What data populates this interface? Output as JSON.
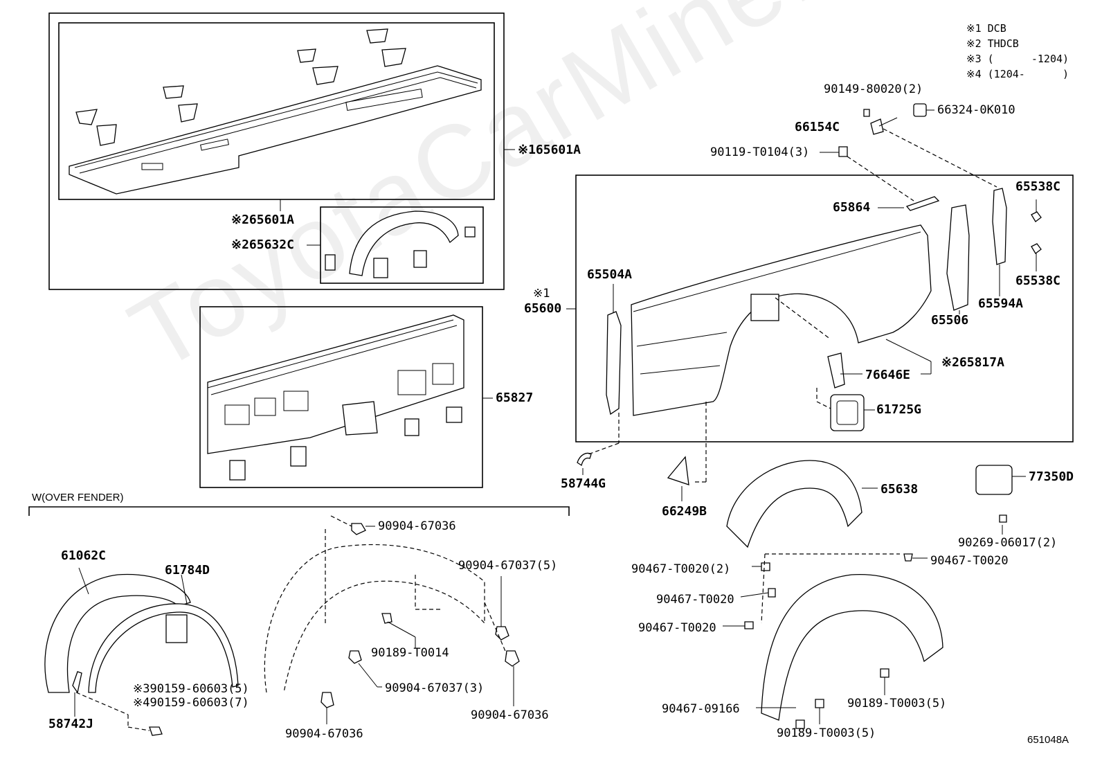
{
  "legend": [
    {
      "mark": "※1",
      "text": "DCB"
    },
    {
      "mark": "※2",
      "text": "THDCB"
    },
    {
      "mark": "※3",
      "text": "(      -1204)"
    },
    {
      "mark": "※4",
      "text": "(1204-      )"
    }
  ],
  "watermark": "ToyotaCarMine.ru",
  "section_title": "W(OVER FENDER)",
  "figure_code": "651048A",
  "parts": {
    "p_65601A_1": "※165601A",
    "p_65601A_2": "※265601A",
    "p_65632C": "※265632C",
    "p_65600_mark": "※1",
    "p_65600": "65600",
    "p_65827": "65827",
    "p_65504A": "65504A",
    "p_90149": "90149-80020(2)",
    "p_66324": "66324-0K010",
    "p_66154C": "66154C",
    "p_90119": "90119-T0104(3)",
    "p_65864": "65864",
    "p_65538C_1": "65538C",
    "p_65538C_2": "65538C",
    "p_65506": "65506",
    "p_65594A": "65594A",
    "p_76646E": "76646E",
    "p_65817A": "※265817A",
    "p_61725G": "61725G",
    "p_58744G": "58744G",
    "p_66249B": "66249B",
    "p_65638": "65638",
    "p_77350D": "77350D",
    "p_90269": "90269-06017(2)",
    "p_90467_a": "90467-T0020(2)",
    "p_90467_b": "90467-T0020",
    "p_90467_c": "90467-T0020",
    "p_90467_d": "90467-T0020",
    "p_90467_09166": "90467-09166",
    "p_90189_t3_a": "90189-T0003(5)",
    "p_90189_t3_b": "90189-T0003(5)",
    "p_61062C": "61062C",
    "p_61784D": "61784D",
    "p_58742J": "58742J",
    "p_90159_3": "※390159-60603(5)",
    "p_90159_4": "※490159-60603(7)",
    "p_90904_36_a": "90904-67036",
    "p_90904_37_5": "90904-67037(5)",
    "p_90189_t14": "90189-T0014",
    "p_90904_37_3": "90904-67037(3)",
    "p_90904_36_b": "90904-67036",
    "p_90904_36_c": "90904-67036"
  }
}
